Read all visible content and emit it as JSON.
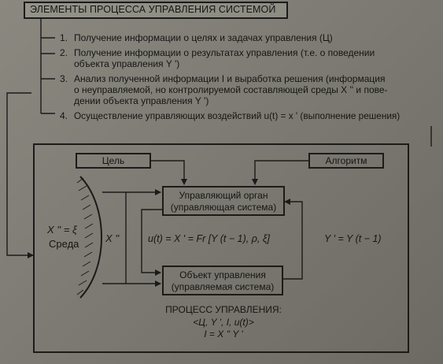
{
  "title": "ЭЛЕМЕНТЫ ПРОЦЕССА УПРАВЛЕНИЯ СИСТЕМОЙ",
  "elements": [
    {
      "num": "1.",
      "lines": [
        "Получение информации о целях и задачах управления (Ц)"
      ]
    },
    {
      "num": "2.",
      "lines": [
        "Получение информации о результатах управления (т.е. о поведении",
        "объекта управления Y ')"
      ]
    },
    {
      "num": "3.",
      "lines": [
        "Анализ полученной информации I и выработка решения (информация",
        "о неуправляемой, но контролируемой составляющей среды X '' и пове-",
        "дении объекта управления Y ')"
      ]
    },
    {
      "num": "4.",
      "lines": [
        "Осуществление управляющих воздействий u(t) = x ' (выполнение решения)"
      ]
    }
  ],
  "diagram": {
    "goal": "Цель",
    "algorithm": "Алгоритм",
    "controller": [
      "Управляющий орган",
      "(управляющая система)"
    ],
    "object": [
      "Объект управления",
      "(управляемая система)"
    ],
    "env_eq": "X '' = ξ",
    "env_label": "Среда",
    "x_pp": "X ''",
    "formula": "u(t) = X ' = Fr [Y (t − 1), ρ, ξ]",
    "y_eq": "Y ' = Y (t − 1)",
    "process_title": "ПРОЦЕСС УПРАВЛЕНИЯ:",
    "process_tuple": "<Ц, Y ', I, u(t)>",
    "process_i": "I = X '' Y '"
  }
}
